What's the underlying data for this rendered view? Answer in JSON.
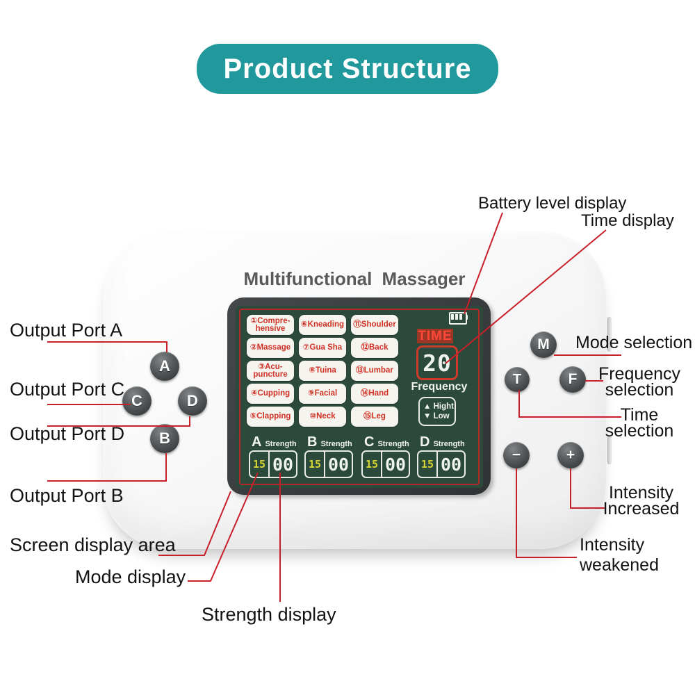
{
  "banner": {
    "title": "Product Structure",
    "bg_color": "#21989b"
  },
  "colors": {
    "annotation_line_red": "#c8202a",
    "screen_green": "#2c4a3b",
    "screen_border_red": "#b5272b",
    "mode_text_red": "#d03125",
    "time_text_red": "#ff4836",
    "segment_white": "#eef3ee",
    "segment_yellow": "#d9d535"
  },
  "device": {
    "title": "Multifunctional Massager",
    "screen": {
      "battery_icon": "battery-icon",
      "time": {
        "label": "TIME",
        "value": "20"
      },
      "frequency": {
        "label": "Frequency",
        "high": "▲ Hight",
        "low": "▼ Low"
      },
      "modes": [
        "①Compre-hensive",
        "⑥Kneading",
        "⑪Shoulder",
        "②Massage",
        "⑦Gua Sha",
        "⑫Back",
        "③Acu-puncture",
        "⑧Tuina",
        "⑬Lumbar",
        "④Cupping",
        "⑨Facial",
        "⑭Hand",
        "⑤Clapping",
        "⑩Neck",
        "⑮Leg"
      ],
      "channels": [
        {
          "name": "A",
          "label": "Strength",
          "mode": "15",
          "value": "00"
        },
        {
          "name": "B",
          "label": "Strength",
          "mode": "15",
          "value": "00"
        },
        {
          "name": "C",
          "label": "Strength",
          "mode": "15",
          "value": "00"
        },
        {
          "name": "D",
          "label": "Strength",
          "mode": "15",
          "value": "00"
        }
      ]
    },
    "port_buttons": [
      "A",
      "C",
      "D",
      "B"
    ],
    "control_buttons": [
      "M",
      "T",
      "F",
      "−",
      "+"
    ]
  },
  "labels": {
    "battery": "Battery level display",
    "time_display": "Time display",
    "output_a": "Output Port A",
    "output_c": "Output Port C",
    "output_d": "Output Port D",
    "output_b": "Output Port B",
    "mode_selection": "Mode selection",
    "frequency_selection": {
      "line1": "Frequency",
      "line2": "selection"
    },
    "time_selection": {
      "line1": "Time",
      "line2": "selection"
    },
    "intensity_increased": {
      "line1": "Intensity",
      "line2": "Increased"
    },
    "intensity_weakened": {
      "line1": "Intensity",
      "line2": "weakened"
    },
    "screen_area": "Screen display area",
    "mode_display": "Mode display",
    "strength_display": "Strength display"
  }
}
